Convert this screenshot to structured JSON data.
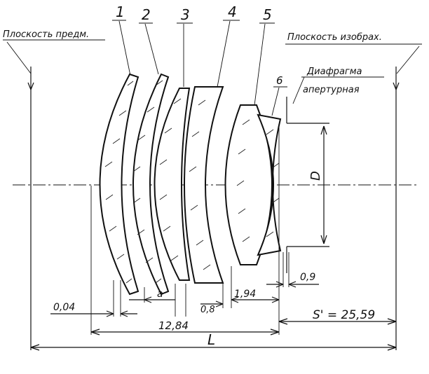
{
  "labels": {
    "object_plane": "Плоскость предм.",
    "image_plane": "Плоскость изобрах.",
    "aperture_line1": "Диафрагма",
    "aperture_line2": "апертурная",
    "lens_numbers": [
      "1",
      "2",
      "3",
      "4",
      "5",
      "6"
    ],
    "diameter": "D",
    "overall_length": "L"
  },
  "dimensions": {
    "air_gap_front": "0,04",
    "gap_a": "а",
    "gap_08": "0,8",
    "gap_194": "1,94",
    "stop_gap": "0,9",
    "lens_length": "12,84",
    "back_focal": "S' = 25,59"
  }
}
